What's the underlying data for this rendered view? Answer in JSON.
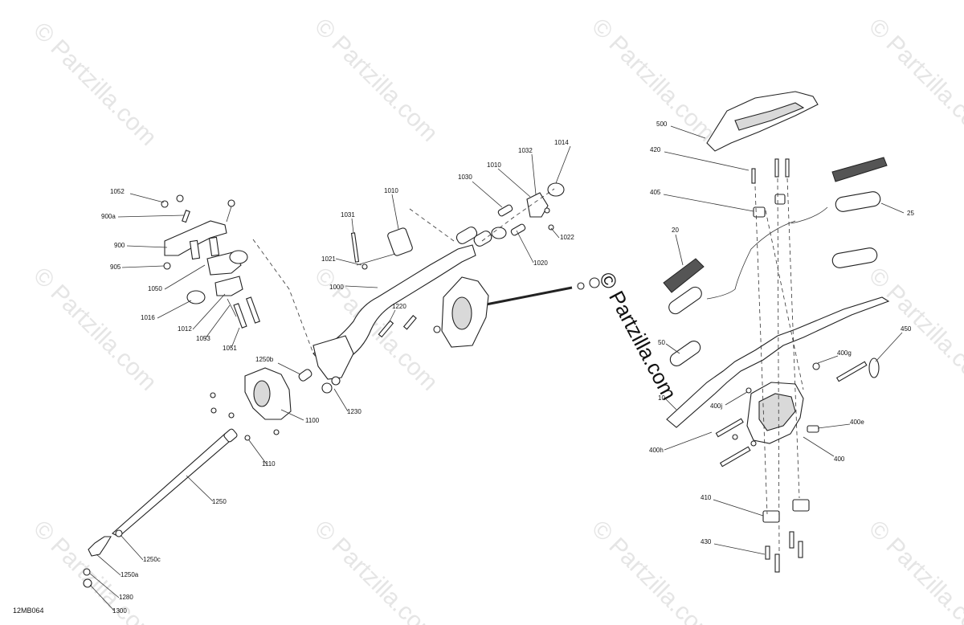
{
  "labels": {
    "l500": "500",
    "l420": "420",
    "l405": "405",
    "l25": "25",
    "l20": "20",
    "l50": "50",
    "l10": "10",
    "l400g": "400g",
    "l450": "450",
    "l400j": "400j",
    "l400e": "400e",
    "l400h": "400h",
    "l400": "400",
    "l410": "410",
    "l430": "430",
    "l1014": "1014",
    "l1032": "1032",
    "l1010a": "1010",
    "l1030": "1030",
    "l1010b": "1010",
    "l1031": "1031",
    "l1022": "1022",
    "l1021": "1021",
    "l1020": "1020",
    "l1000": "1000",
    "l1220": "1220",
    "l1230": "1230",
    "l1052": "1052",
    "l900a": "900a",
    "l900": "900",
    "l905": "905",
    "l1050": "1050",
    "l1016": "1016",
    "l1012": "1012",
    "l1053": "1053",
    "l1051": "1051",
    "l1250b": "1250b",
    "l1100": "1100",
    "l1110": "1110",
    "l1250": "1250",
    "l1250c": "1250c",
    "l1250a": "1250a",
    "l1280": "1280",
    "l1300": "1300"
  },
  "watermark": {
    "tile_text": "© Partzilla.com",
    "center_text": "© Partzilla.com"
  },
  "diagram_ref": "12MB064"
}
